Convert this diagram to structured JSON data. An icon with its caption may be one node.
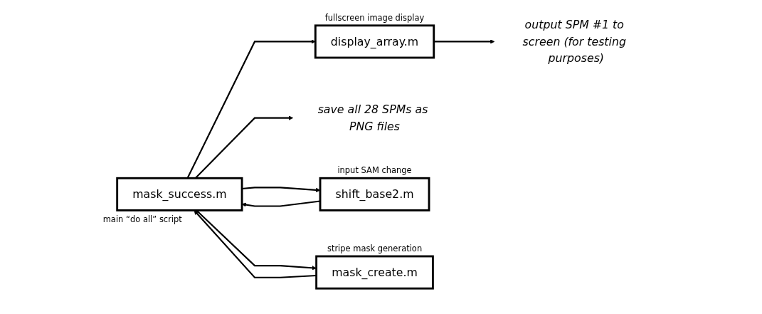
{
  "diagram": {
    "nodes": [
      {
        "text": [
          "mask_success.m"
        ],
        "beside": [
          "main “do all” script"
        ]
      },
      {
        "text": [
          "mask_create.m"
        ],
        "beside": [
          "stripe mask generation"
        ]
      },
      {
        "text": [
          "shift_base2.m"
        ],
        "beside": [
          "input SAM change"
        ]
      },
      {
        "text": [
          "display_array.m"
        ],
        "beside": [
          "fullscreen image display"
        ]
      },
      {
        "text": [
          "output SPM #1 to screen (for testing purposes)"
        ]
      },
      {
        "text": [
          "save all 28 SPMs as PNG files"
        ]
      }
    ],
    "edges": [
      {
        "from": 0,
        "to": 1,
        "arrow": "to"
      },
      {
        "from": 0,
        "to": 2,
        "arrow": "to"
      },
      {
        "from": 0,
        "to": 3,
        "arrow": "to"
      },
      {
        "from": 0,
        "to": 5,
        "arrow": "to"
      },
      {
        "from": 1,
        "to": 0,
        "arrow": "to"
      },
      {
        "from": 2,
        "to": 0,
        "arrow": "to"
      },
      {
        "from": 3,
        "to": 4,
        "arrow": "to"
      }
    ]
  }
}
